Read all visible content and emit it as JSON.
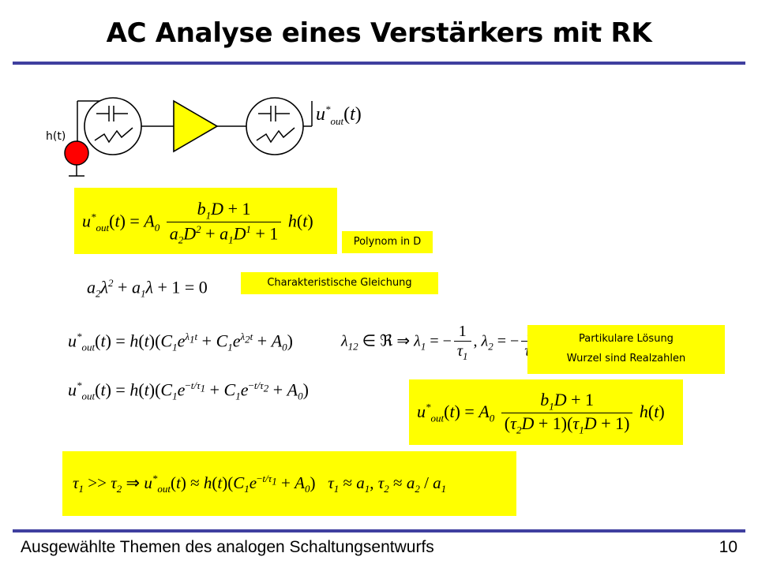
{
  "title": "AC Analyse eines Verstärkers mit RK",
  "footer": {
    "text": "Ausgewählte Themen des analogen Schaltungsentwurfs",
    "page": "10"
  },
  "circuit": {
    "source_label": "h(t)",
    "output_label": "u*out(t)"
  },
  "labels": {
    "polynom": "Polynom in D",
    "char_eq": "Charakteristische Gleichung",
    "partikulare": "Partikulare Lösung",
    "wurzel": "Wurzel sind Realzahlen"
  },
  "colors": {
    "highlight": "#ffff00",
    "rule": "#3f3f9f",
    "amplifier": "#ffff00",
    "source": "#ff0000"
  }
}
